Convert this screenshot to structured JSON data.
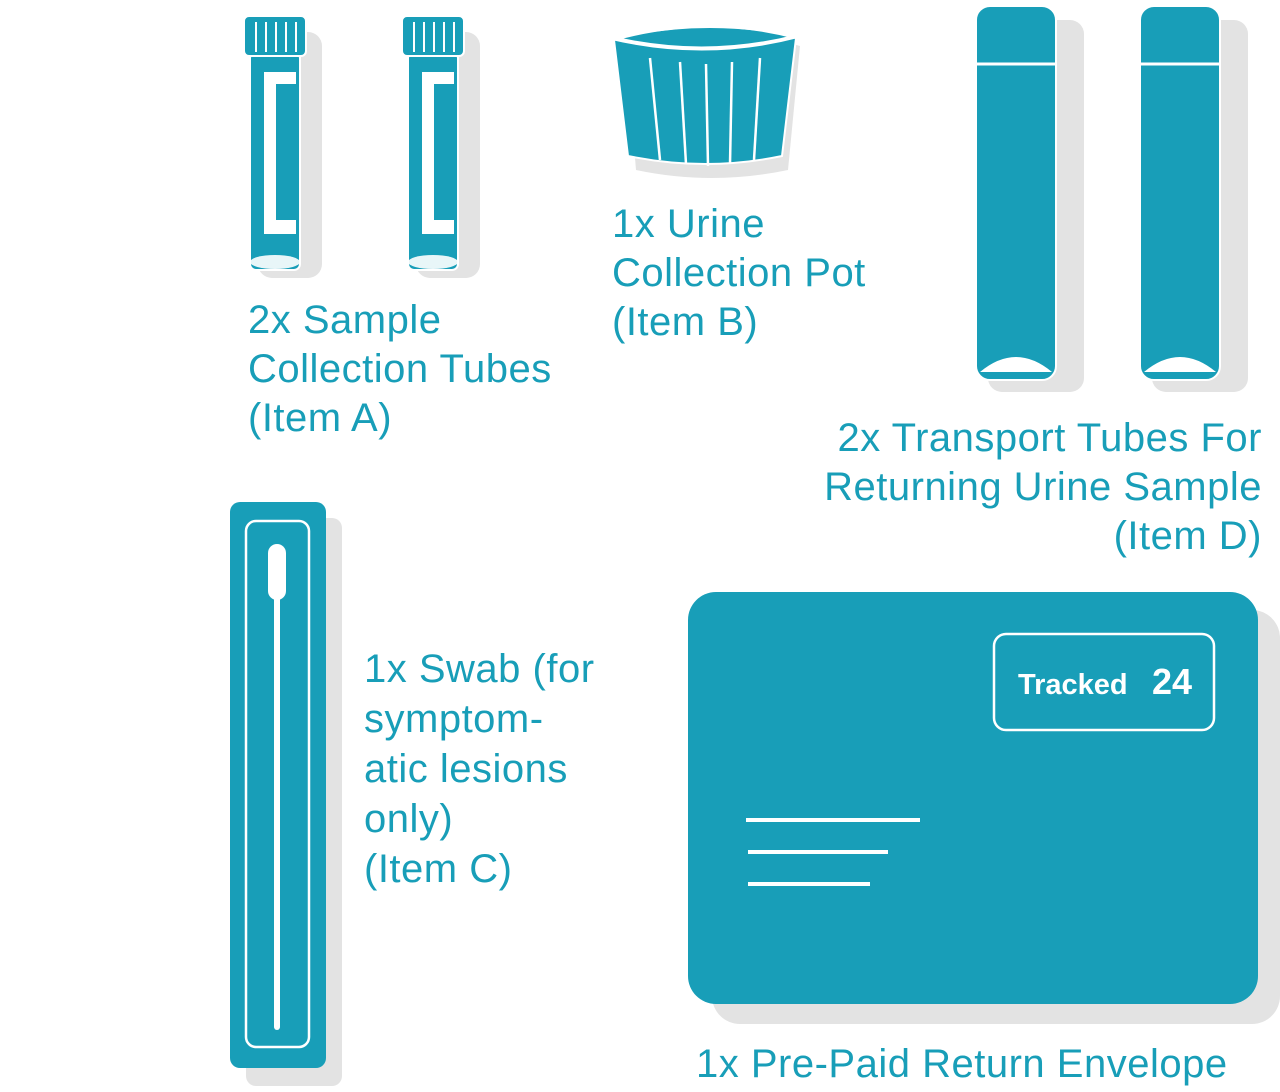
{
  "colors": {
    "brand": "#189eb8",
    "shadow": "#e3e3e3",
    "background": "#ffffff"
  },
  "items": {
    "item_a": {
      "lines": [
        "2x Sample",
        "Collection Tubes",
        "(Item A)"
      ],
      "icon": "sample-collection-tube-icon"
    },
    "item_b": {
      "lines": [
        "1x Urine",
        "Collection Pot",
        "(Item B)"
      ],
      "icon": "urine-collection-pot-icon"
    },
    "item_c": {
      "lines": [
        "1x Swab (for",
        "symptom-",
        "atic lesions",
        "only)",
        "(Item C)"
      ],
      "icon": "swab-icon"
    },
    "item_d": {
      "lines": [
        "2x Transport Tubes For",
        "Returning Urine Sample",
        "(Item D)"
      ],
      "icon": "transport-tube-icon"
    },
    "envelope": {
      "caption": "1x Pre-Paid Return Envelope",
      "badge_word": "Tracked",
      "badge_number": "24",
      "icon": "envelope-icon"
    }
  }
}
